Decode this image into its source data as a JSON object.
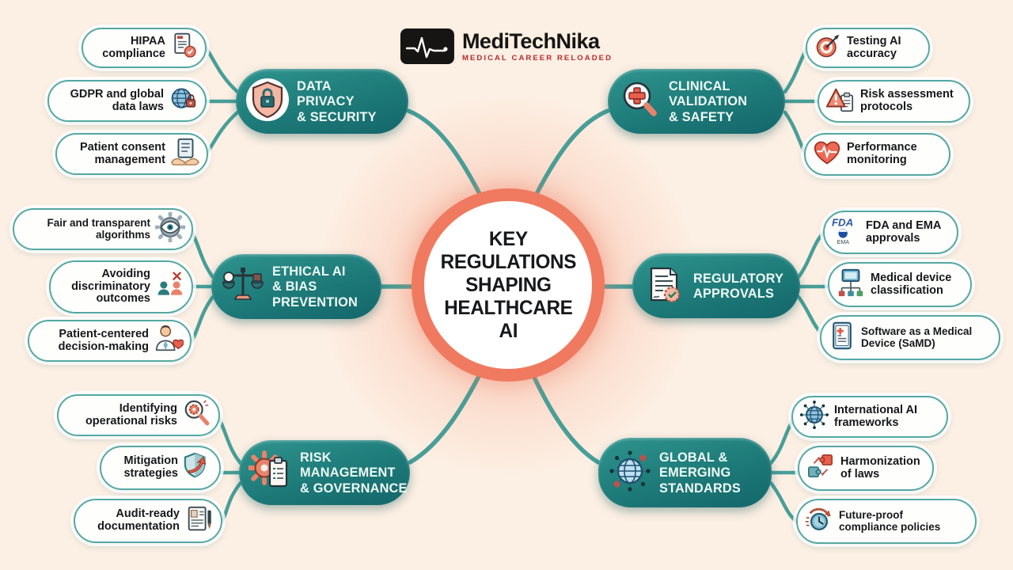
{
  "logo": {
    "brand": "MediTechNika",
    "tagline": "MEDICAL CAREER RELOADED"
  },
  "center": {
    "title": "KEY\nREGULATIONS\nSHAPING\nHEALTHCARE\nAI"
  },
  "colors": {
    "background": "#fcefe3",
    "branch_teal": "#1d7a78",
    "connector_teal": "#3f9a94",
    "center_ring_coral": "#ef7a60",
    "pill_border_teal": "#54a8a2",
    "logo_tagline_red": "#c0272d"
  },
  "branches": [
    {
      "label": "DATA\nPRIVACY\n& SECURITY",
      "icon": "shield-lock",
      "items": [
        {
          "label": "HIPAA\ncompliance",
          "icon": "document-check"
        },
        {
          "label": "GDPR and global\ndata laws",
          "icon": "globe-lock"
        },
        {
          "label": "Patient consent\nmanagement",
          "icon": "hands-document"
        }
      ]
    },
    {
      "label": "CLINICAL\nVALIDATION\n& SAFETY",
      "icon": "medical-cross-magnifier",
      "items": [
        {
          "label": "Testing AI\naccuracy",
          "icon": "target-dart"
        },
        {
          "label": "Risk assessment\nprotocols",
          "icon": "warning-clipboard"
        },
        {
          "label": "Performance\nmonitoring",
          "icon": "heart-pulse"
        }
      ]
    },
    {
      "label": "ETHICAL AI\n& BIAS\nPREVENTION",
      "icon": "balance-scales",
      "items": [
        {
          "label": "Fair and transparent\nalgorithms",
          "icon": "gear-eye"
        },
        {
          "label": "Avoiding\ndiscriminatory\noutcomes",
          "icon": "people-crossed"
        },
        {
          "label": "Patient-centered\ndecision-making",
          "icon": "doctor-heart"
        }
      ]
    },
    {
      "label": "REGULATORY\nAPPROVALS",
      "icon": "document-seal",
      "items": [
        {
          "label": "FDA and EMA\napprovals",
          "icon": "fda-ema-logos"
        },
        {
          "label": "Medical device\nclassification",
          "icon": "device-classification"
        },
        {
          "label": "Software as a Medical\nDevice (SaMD)",
          "icon": "tablet-medical"
        }
      ]
    },
    {
      "label": "RISK\nMANAGEMENT\n& GOVERNANCE",
      "icon": "gear-clipboard",
      "items": [
        {
          "label": "Identifying\noperational risks",
          "icon": "magnifier-risk"
        },
        {
          "label": "Mitigation\nstrategies",
          "icon": "shield-arrow"
        },
        {
          "label": "Audit-ready\ndocumentation",
          "icon": "document-pen"
        }
      ]
    },
    {
      "label": "GLOBAL &\nEMERGING\nSTANDARDS",
      "icon": "globe-network",
      "items": [
        {
          "label": "International AI\nframeworks",
          "icon": "globe-nodes"
        },
        {
          "label": "Harmonization\nof laws",
          "icon": "puzzle-pieces"
        },
        {
          "label": "Future-proof\ncompliance policies",
          "icon": "clock-refresh"
        }
      ]
    }
  ]
}
